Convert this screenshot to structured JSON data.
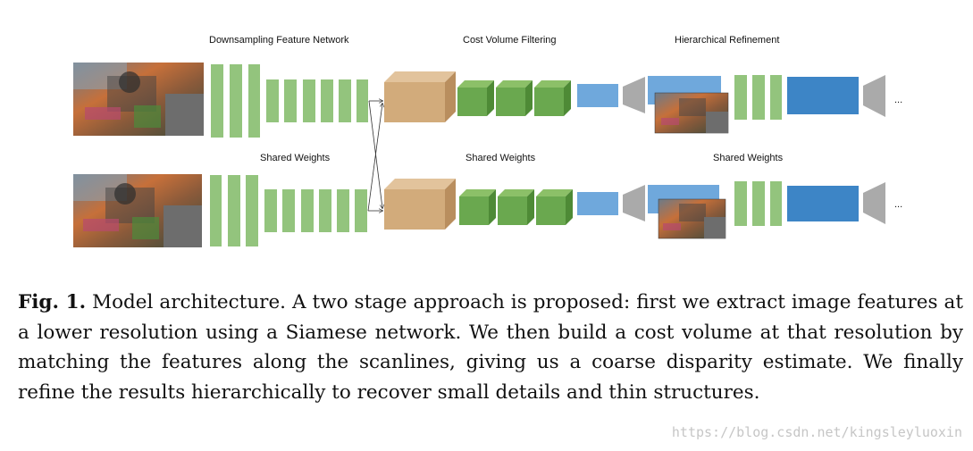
{
  "figure": {
    "stage_labels": {
      "downsampling": "Downsampling Feature Network",
      "cost_volume": "Cost Volume Filtering",
      "refinement": "Hierarchical Refinement"
    },
    "shared_weights": "Shared Weights",
    "ellipsis": "...",
    "colors": {
      "conv_green": "#93c47d",
      "filter_green_front": "#6aa84f",
      "filter_green_top": "#8cc068",
      "filter_green_side": "#4e8a36",
      "cost_volume_front": "#d2ab7b",
      "cost_volume_top": "#e2c39c",
      "cost_volume_side": "#b98e5e",
      "light_blue": "#6fa8dc",
      "blue": "#3d85c6",
      "gray": "#aaaaaa"
    }
  },
  "caption": {
    "prefix": "Fig. 1.",
    "text": "Model architecture. A two stage approach is proposed: first we extract image features at a lower resolution using a Siamese network. We then build a cost volume at that resolution by matching the features along the scanlines, giving us a coarse disparity estimate. We finally refine the results hierarchically to recover small details and thin structures."
  },
  "watermark": "https://blog.csdn.net/kingsleyluoxin"
}
